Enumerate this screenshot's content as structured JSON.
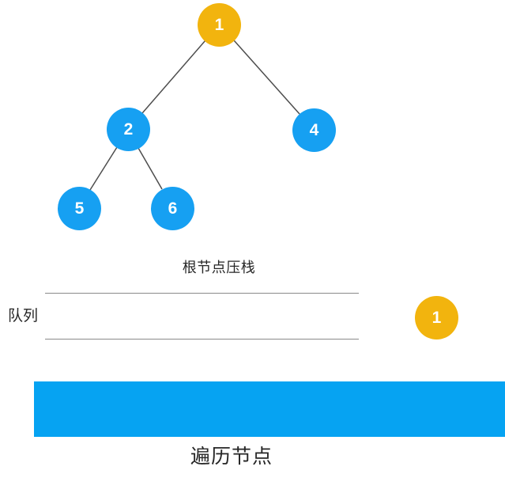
{
  "colors": {
    "node_highlight": "#F2B40E",
    "node_default": "#16A0F2",
    "edge": "#4d4d4d",
    "queue_line": "#8a8a8a",
    "bar_fill": "#06A3F2",
    "text": "#262626"
  },
  "tree": {
    "nodes": [
      {
        "value": "1",
        "state": "highlighted"
      },
      {
        "value": "2",
        "state": "default"
      },
      {
        "value": "4",
        "state": "default"
      },
      {
        "value": "5",
        "state": "default"
      },
      {
        "value": "6",
        "state": "default"
      }
    ],
    "edges": [
      [
        "1",
        "2"
      ],
      [
        "1",
        "4"
      ],
      [
        "2",
        "5"
      ],
      [
        "2",
        "6"
      ]
    ]
  },
  "caption": {
    "text": "根节点压栈"
  },
  "queue": {
    "label": "队列",
    "items": [],
    "incoming_token": {
      "value": "1"
    }
  },
  "traversal": {
    "label": "遍历节点"
  }
}
